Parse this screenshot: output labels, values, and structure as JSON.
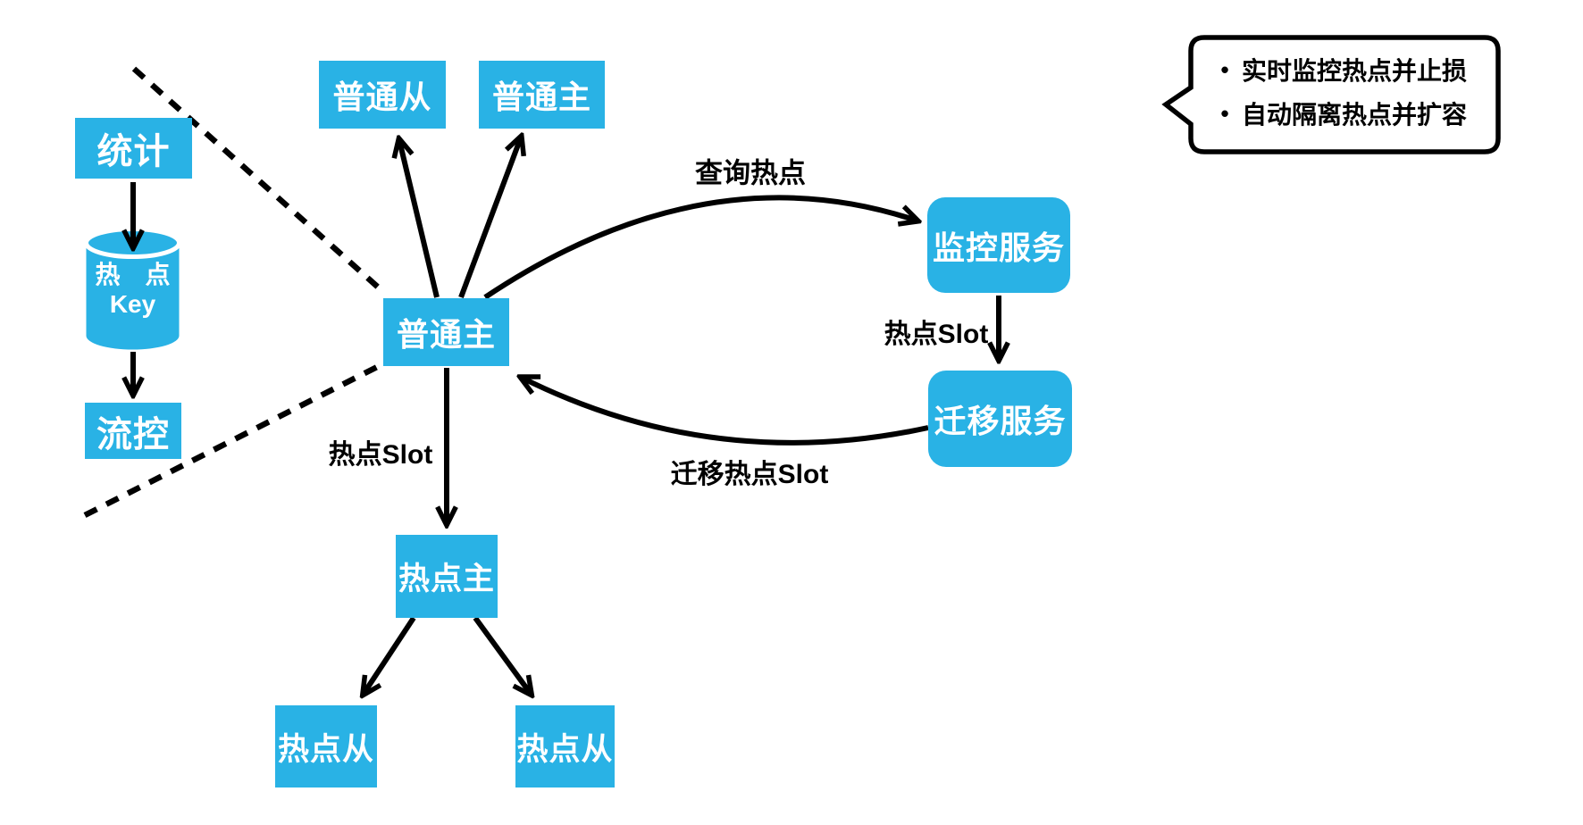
{
  "diagram": {
    "colors": {
      "accent": "#29B2E5",
      "line": "#000000",
      "text_on_accent": "#FFFFFF"
    },
    "nodes": {
      "stat": {
        "label": "统计"
      },
      "hot_key_db": {
        "line1": "热　点",
        "line2": "Key"
      },
      "flow_control": {
        "label": "流控"
      },
      "normal_slave_top": {
        "label": "普通从"
      },
      "normal_master_top": {
        "label": "普通主"
      },
      "normal_master_center": {
        "label": "普通主"
      },
      "monitor_service": {
        "label": "监控服务"
      },
      "migration_service": {
        "label": "迁移服务"
      },
      "hot_master": {
        "label": "热点主"
      },
      "hot_slave_left": {
        "label": "热点从"
      },
      "hot_slave_right": {
        "label": "热点从"
      }
    },
    "edge_labels": {
      "query_hotspot": "查询热点",
      "hot_slot_right": "热点Slot",
      "migrate_hot_slot": "迁移热点Slot",
      "hot_slot_down": "热点Slot"
    },
    "callout": {
      "bullet_char": "•",
      "items": [
        "实时监控热点并止损",
        "自动隔离热点并扩容"
      ]
    }
  }
}
